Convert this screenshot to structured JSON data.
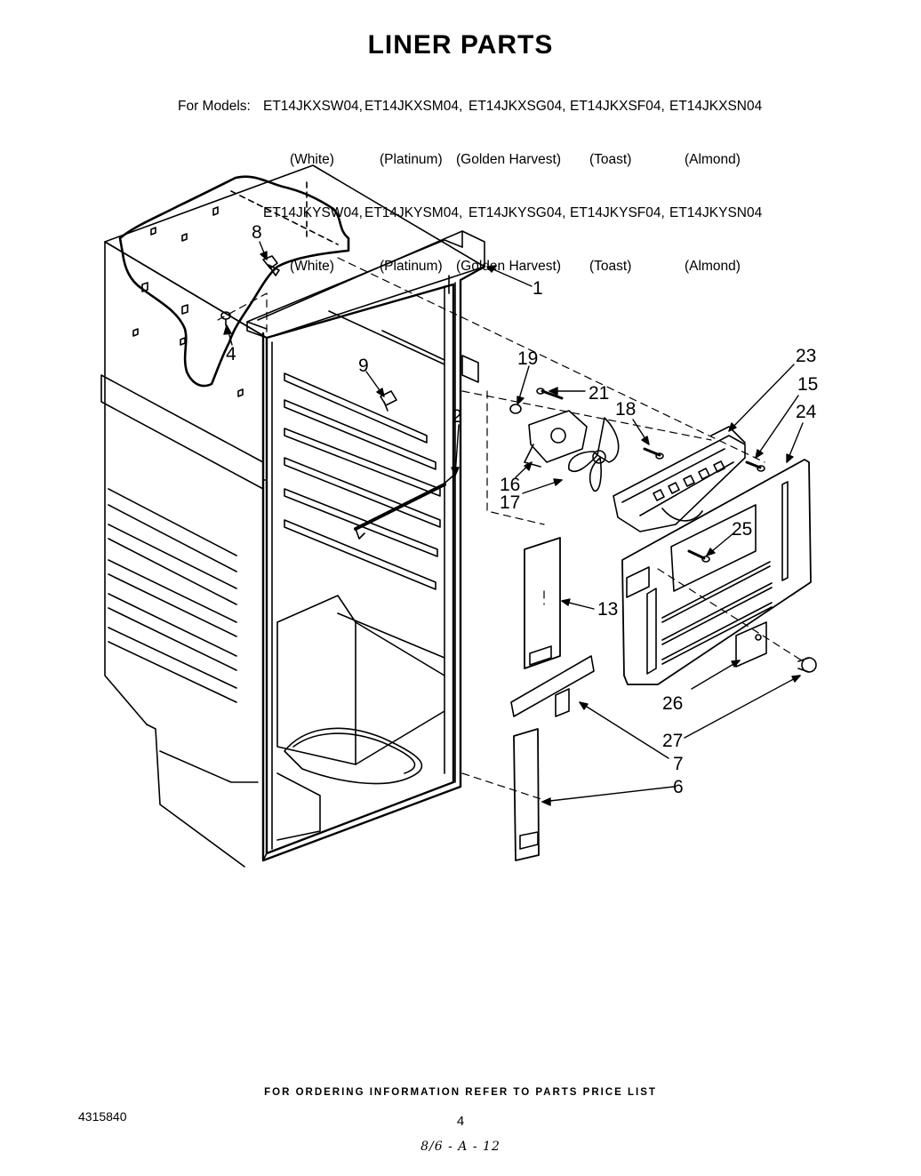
{
  "title": "LINER PARTS",
  "models": {
    "prefix": "For Models:",
    "row1": [
      "ET14JKXSW04,",
      "ET14JKXSM04,",
      "ET14JKXSG04,",
      "ET14JKXSF04,",
      "ET14JKXSN04"
    ],
    "colors1": [
      "(White)",
      "(Platinum)",
      "(Golden Harvest)",
      "(Toast)",
      "(Almond)"
    ],
    "row2": [
      "ET14JKYSW04,",
      "ET14JKYSM04,",
      "ET14JKYSG04,",
      "ET14JKYSF04,",
      "ET14JKYSN04"
    ],
    "colors2": [
      "(White)",
      "(Platinum)",
      "(Golden Harvest)",
      "(Toast)",
      "(Almond)"
    ]
  },
  "callouts": [
    "1",
    "2",
    "4",
    "6",
    "7",
    "8",
    "9",
    "13",
    "15",
    "16",
    "17",
    "18",
    "19",
    "21",
    "23",
    "24",
    "25",
    "26",
    "27"
  ],
  "footer": {
    "ordering_note": "FOR ORDERING INFORMATION REFER TO PARTS PRICE LIST",
    "doc_number": "4315840",
    "page_number": "4",
    "handwritten": "8/6 - A - 12"
  }
}
